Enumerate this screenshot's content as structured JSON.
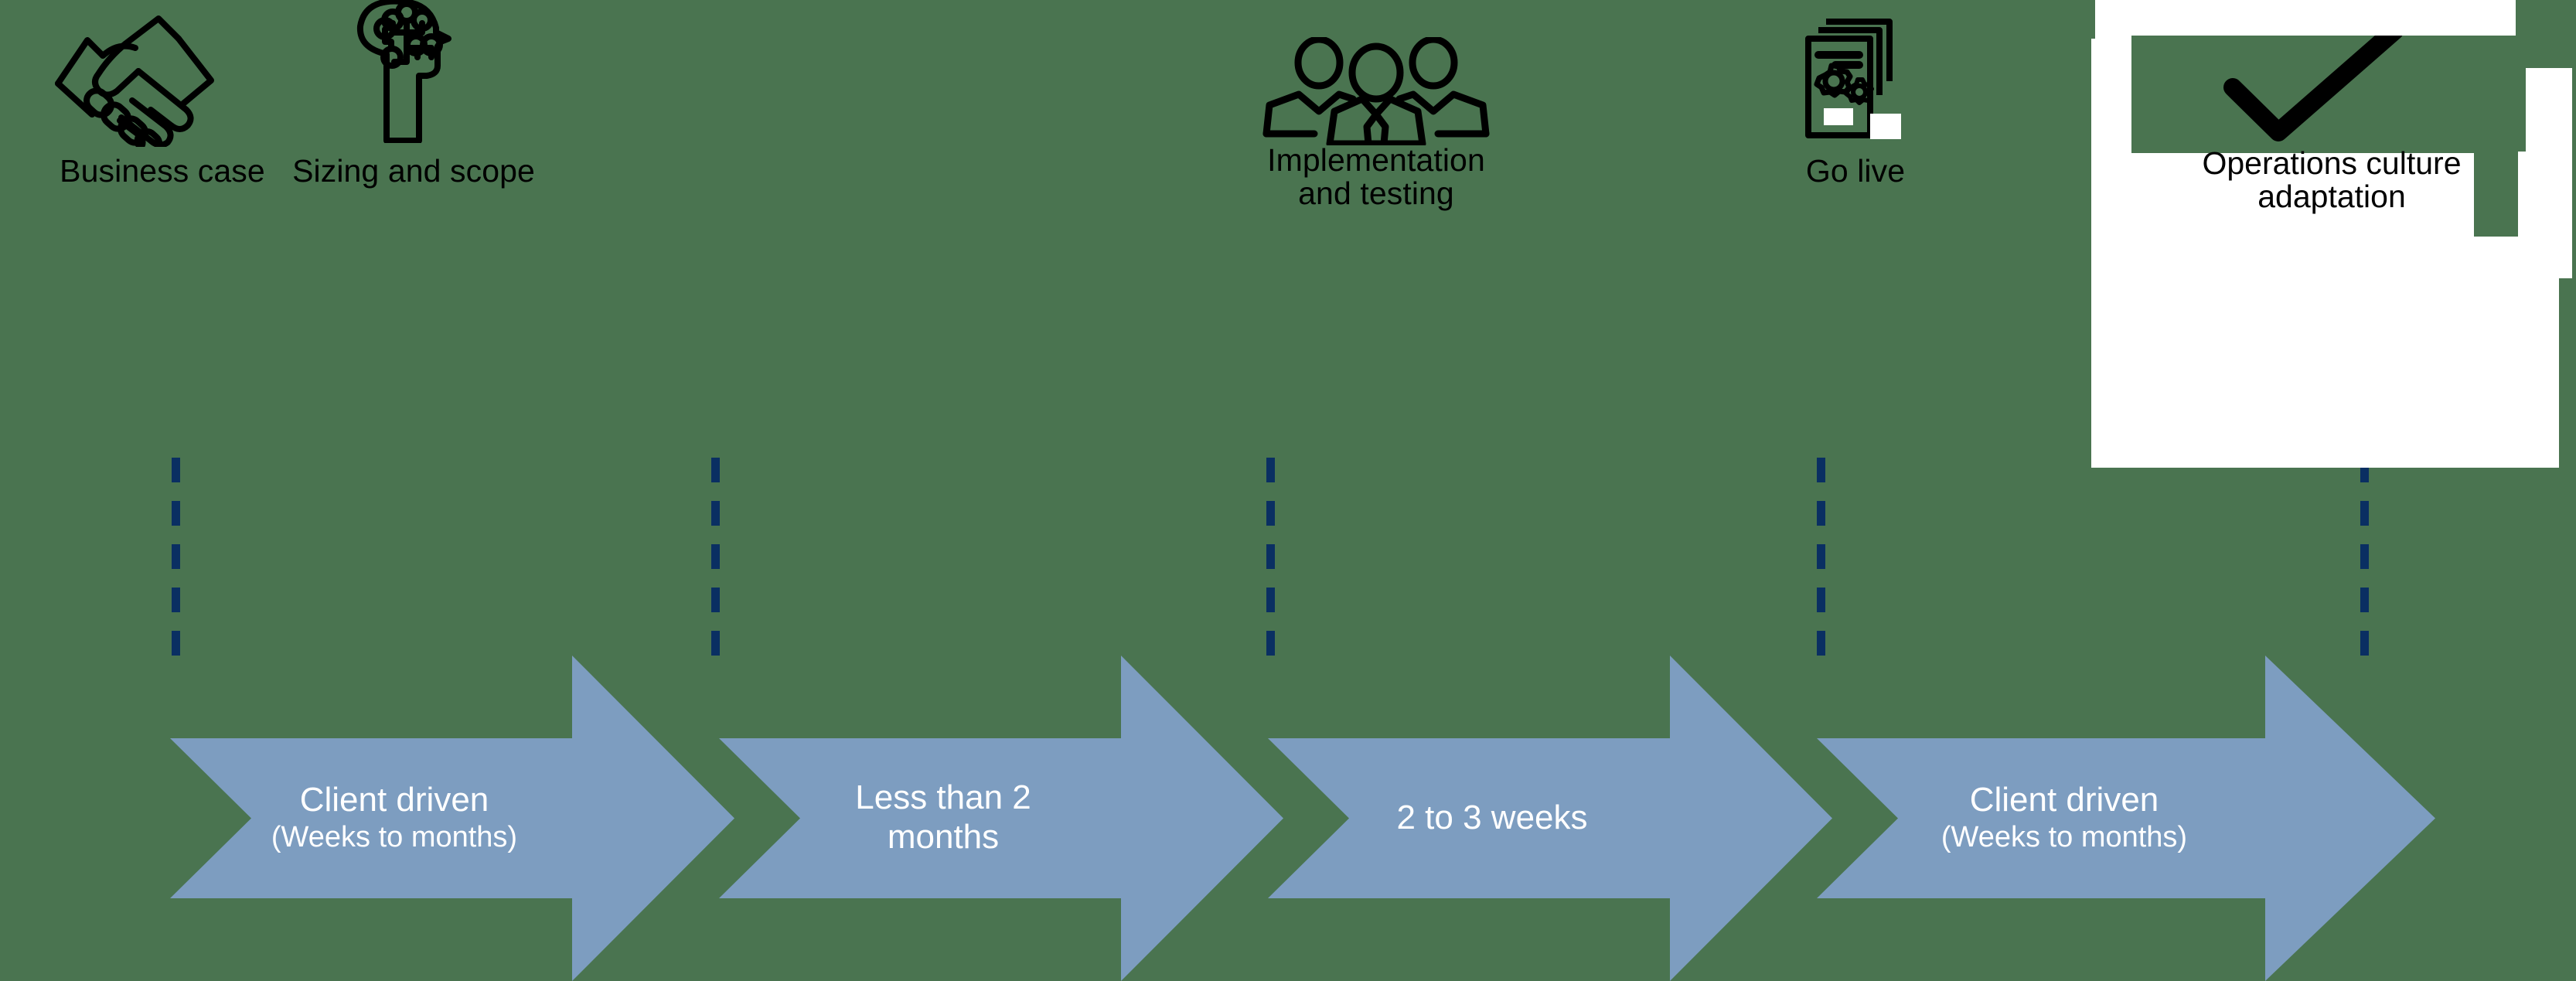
{
  "diagram": {
    "title": "Implementation journey timeline",
    "background_color": "#4a7450",
    "arrow_color": "#7d9dc0",
    "connector_color": "#0a2f62",
    "panel_color": "#ffffff",
    "text_color_dark": "#000000",
    "text_color_light": "#ffffff"
  },
  "stages": [
    {
      "label": "Business case",
      "icon": "handshake-icon"
    },
    {
      "label": "Sizing and scope",
      "icon": "brain-circuit-icon"
    },
    {
      "label": "Implementation\nand testing",
      "icon": "people-group-icon",
      "label_line1": "Implementation",
      "label_line2": "and testing"
    },
    {
      "label": "Go live",
      "icon": "documents-gears-icon"
    },
    {
      "label": "Operations culture\nadaptation",
      "icon": "checkmark-icon",
      "label_line1": "Operations culture",
      "label_line2": "adaptation"
    }
  ],
  "durations": [
    {
      "primary": "Client driven",
      "secondary": "(Weeks to months)"
    },
    {
      "primary": "Less than 2",
      "secondary": "months"
    },
    {
      "primary": "2 to 3 weeks",
      "secondary": ""
    },
    {
      "primary": "Client driven",
      "secondary": "(Weeks to months)"
    }
  ]
}
